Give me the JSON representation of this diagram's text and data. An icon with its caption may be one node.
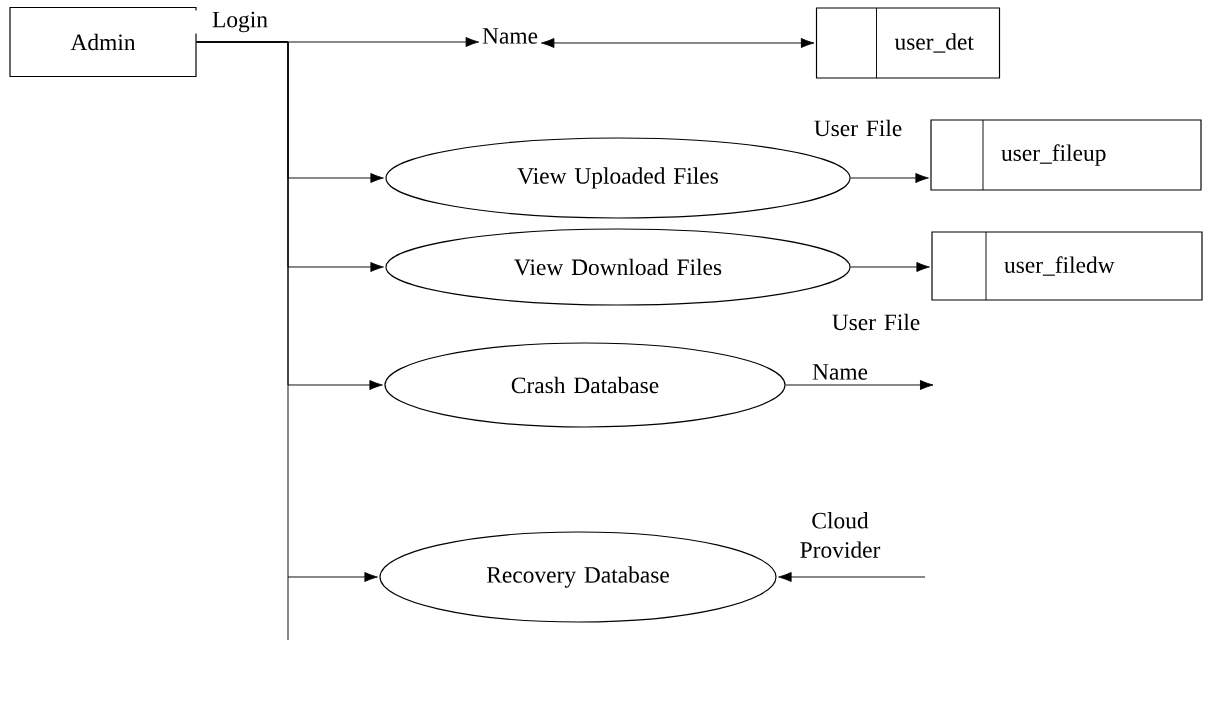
{
  "diagram": {
    "nodes": [
      {
        "text": [
          "Admin"
        ]
      },
      {
        "text": [
          "Name"
        ]
      },
      {
        "text": [
          "user_det"
        ]
      },
      {
        "text": [
          "View Uploaded Files"
        ]
      },
      {
        "text": [
          "user_fileup"
        ]
      },
      {
        "text": [
          "View Download Files"
        ]
      },
      {
        "text": [
          "user_filedw"
        ]
      },
      {
        "text": [
          "Crash Database"
        ]
      },
      {
        "text": [
          "Recovery Database"
        ]
      }
    ],
    "edges": [
      {
        "from": 0,
        "to": 1,
        "arrow": "to",
        "label": "Login"
      },
      {
        "from": 1,
        "to": 2,
        "arrow": "both"
      },
      {
        "from": 0,
        "to": 3,
        "arrow": "to"
      },
      {
        "from": 3,
        "to": 4,
        "arrow": "to",
        "label": "User File"
      },
      {
        "from": 0,
        "to": 5,
        "arrow": "to"
      },
      {
        "from": 5,
        "to": 6,
        "arrow": "to",
        "label": "User File"
      },
      {
        "from": 0,
        "to": 7,
        "arrow": "to"
      },
      {
        "from": 7,
        "to": null,
        "arrow": "to",
        "label": "Name"
      },
      {
        "from": 0,
        "to": 8,
        "arrow": "to"
      },
      {
        "from": null,
        "to": 8,
        "arrow": "to",
        "label": "Cloud Provider"
      }
    ]
  }
}
